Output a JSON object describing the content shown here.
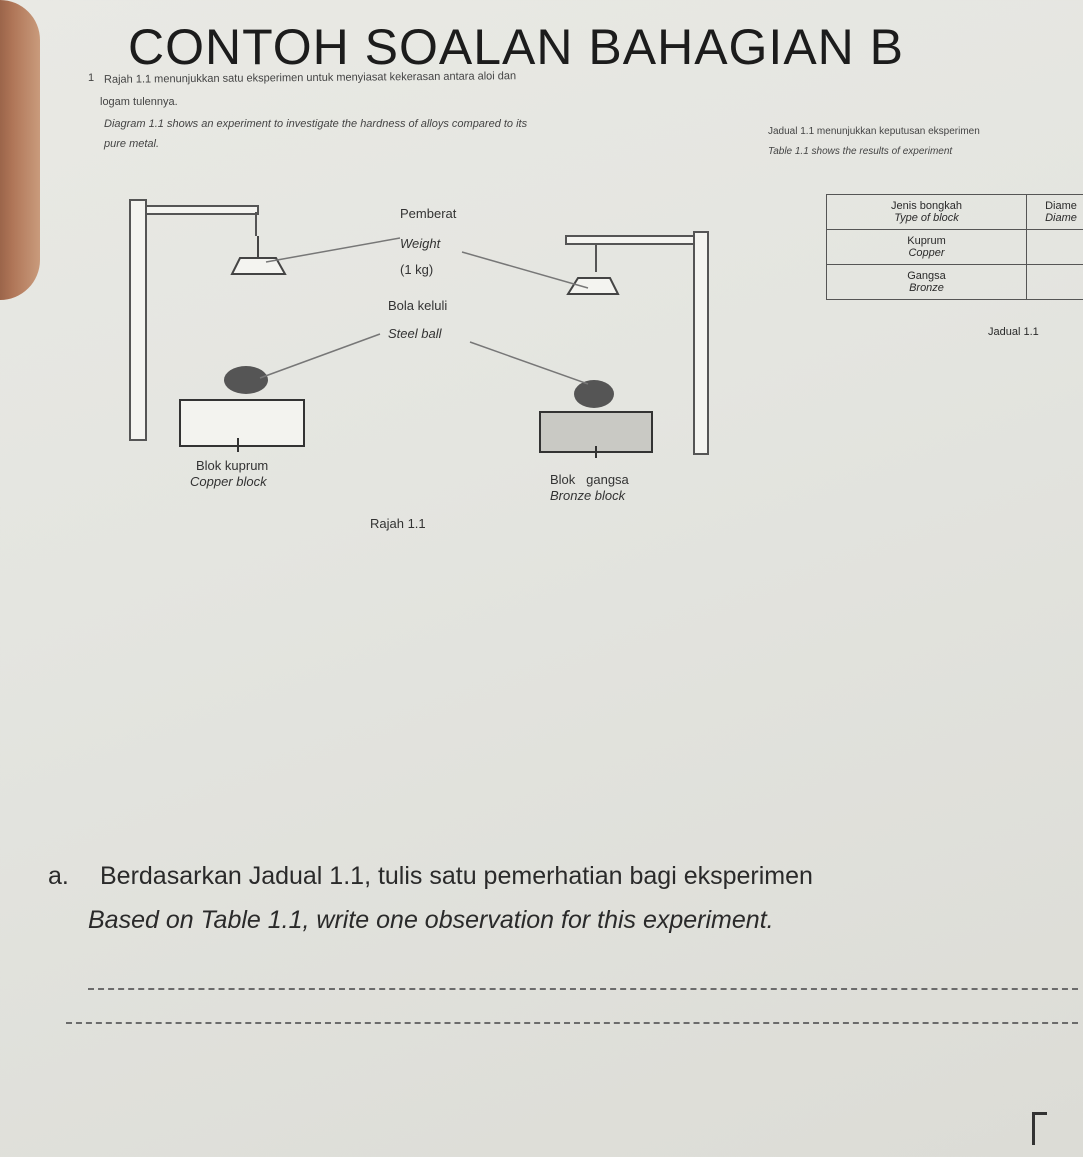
{
  "header": {
    "title": "CONTOH SOALAN BAHAGIAN B"
  },
  "question1": {
    "number": "1",
    "stem_ms_line1": "Rajah 1.1 menunjukkan satu eksperimen untuk menyiasat kekerasan antara aloi dan",
    "stem_ms_line2": "logam tulennya.",
    "stem_en_line1": "Diagram 1.1 shows an experiment to investigate the hardness of alloys compared to its",
    "stem_en_line2": "pure metal.",
    "table_intro_ms": "Jadual 1.1 menunjukkan keputusan eksperimen",
    "table_intro_en": "Table 1.1 shows the results of experiment"
  },
  "diagram": {
    "weight_ms": "Pemberat",
    "weight_en": "Weight",
    "weight_mass": "(1 kg)",
    "ball_ms": "Bola keluli",
    "ball_en": "Steel ball",
    "copper_ms": "Blok kuprum",
    "copper_en": "Copper block",
    "bronze_ms": "Blok   gangsa",
    "bronze_en": "Bronze block",
    "caption": "Rajah 1.1"
  },
  "table": {
    "col1_ms": "Jenis bongkah",
    "col1_en": "Type of block",
    "col2_ms": "Diame",
    "col2_en": "Diame",
    "rows": [
      {
        "ms": "Kuprum",
        "en": "Copper",
        "value": ""
      },
      {
        "ms": "Gangsa",
        "en": "Bronze",
        "value": ""
      }
    ],
    "caption": "Jadual 1.1"
  },
  "part_a": {
    "letter": "a.",
    "text_ms": "Berdasarkan  Jadual 1.1, tulis satu pemerhatian bagi eksperimen",
    "text_en": "Based on Table 1.1, write one observation for this experiment."
  }
}
